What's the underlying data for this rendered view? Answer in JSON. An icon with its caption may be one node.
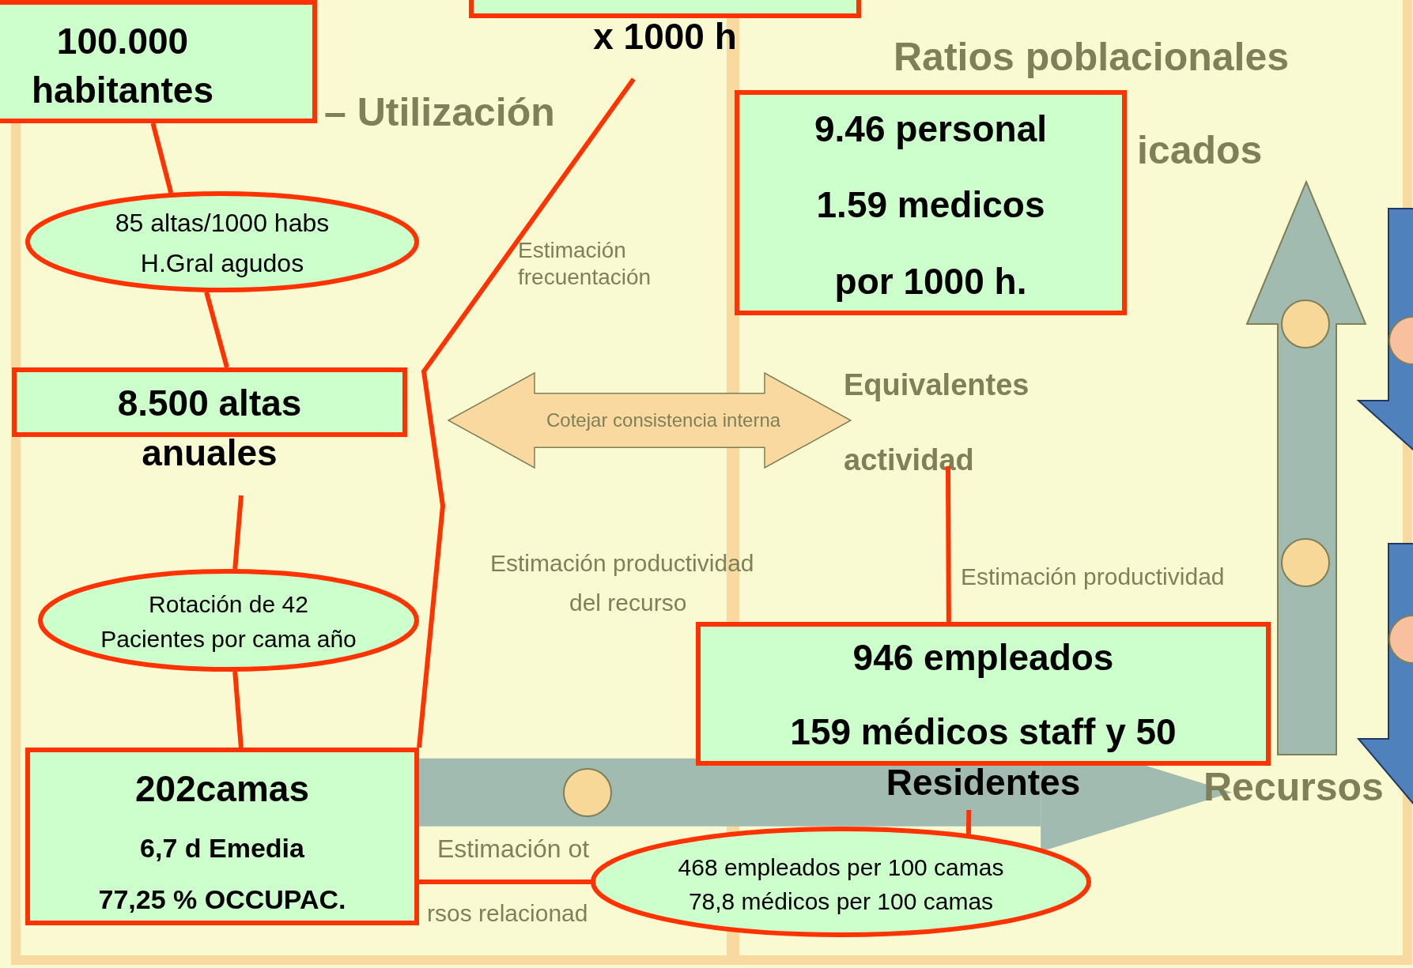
{
  "diagram": {
    "nodes": [
      {
        "text": [
          "x 1000 h"
        ]
      },
      {
        "text": [
          "100.000 habitantes"
        ]
      },
      {
        "text": [
          "85 altas/1000 habs H.Gral agudos"
        ]
      },
      {
        "text": [
          "8.500 altas anuales"
        ]
      },
      {
        "text": [
          "Rotación de 42 Pacientes por cama año"
        ]
      },
      {
        "text": [
          "202camas",
          "6,7 d Emedia",
          "77,25 % OCCUPAC."
        ]
      },
      {
        "text": [
          "9.46 personal",
          "1.59 medicos",
          "por 1000 h."
        ]
      },
      {
        "text": [
          "Cotejar consistencia interna"
        ]
      },
      {
        "text": [
          "Equivalentes actividad"
        ]
      },
      {
        "text": [
          "946 empleados",
          "159 médicos staff y 50 Residentes"
        ]
      },
      {
        "text": [
          "468 empleados per 100 camas 78,8 médicos per 100 camas"
        ]
      }
    ],
    "edges": [
      {
        "from": 1,
        "to": 2,
        "arrow": "none"
      },
      {
        "from": 2,
        "to": 3,
        "arrow": "none"
      },
      {
        "from": 3,
        "to": 4,
        "arrow": "none"
      },
      {
        "from": 4,
        "to": 5,
        "arrow": "none"
      },
      {
        "from": 0,
        "to": 5,
        "arrow": "none"
      },
      {
        "from": 5,
        "to": 10,
        "arrow": "none"
      },
      {
        "from": 8,
        "to": 9,
        "arrow": "none"
      },
      {
        "from": 9,
        "to": 10,
        "arrow": "none"
      },
      {
        "from": 5,
        "to": 9,
        "arrow": "to",
        "style": "thick",
        "color": "#a1bbb0"
      }
    ],
    "labels": [
      "– Utilización",
      "Ratios poblacionales",
      "icados",
      "Estimación frecuentación",
      "Estimación productividad",
      "del recurso",
      "Estimación productividad",
      "Estimación ot",
      "rsos relacionad",
      "Recursos"
    ]
  }
}
